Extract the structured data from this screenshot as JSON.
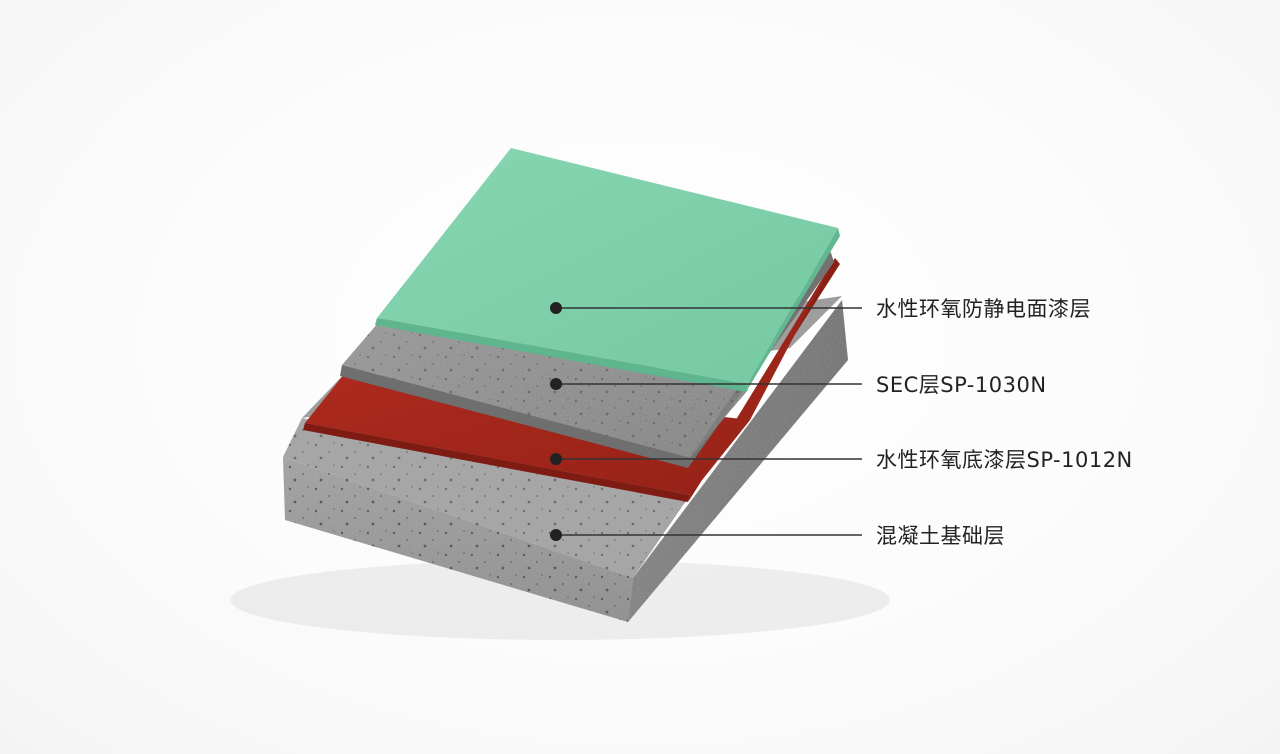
{
  "diagram": {
    "labels": [
      "水性环氧防静电面漆层",
      "SEC层SP-1030N",
      "水性环氧底漆层SP-1012N",
      "混凝土基础层"
    ]
  },
  "colors": {
    "topcoat": "#7fd0ab",
    "sec_layer": "#8c8c8c",
    "primer": "#a4271c",
    "concrete": "#9a9a9a",
    "leader_line": "#333333"
  }
}
